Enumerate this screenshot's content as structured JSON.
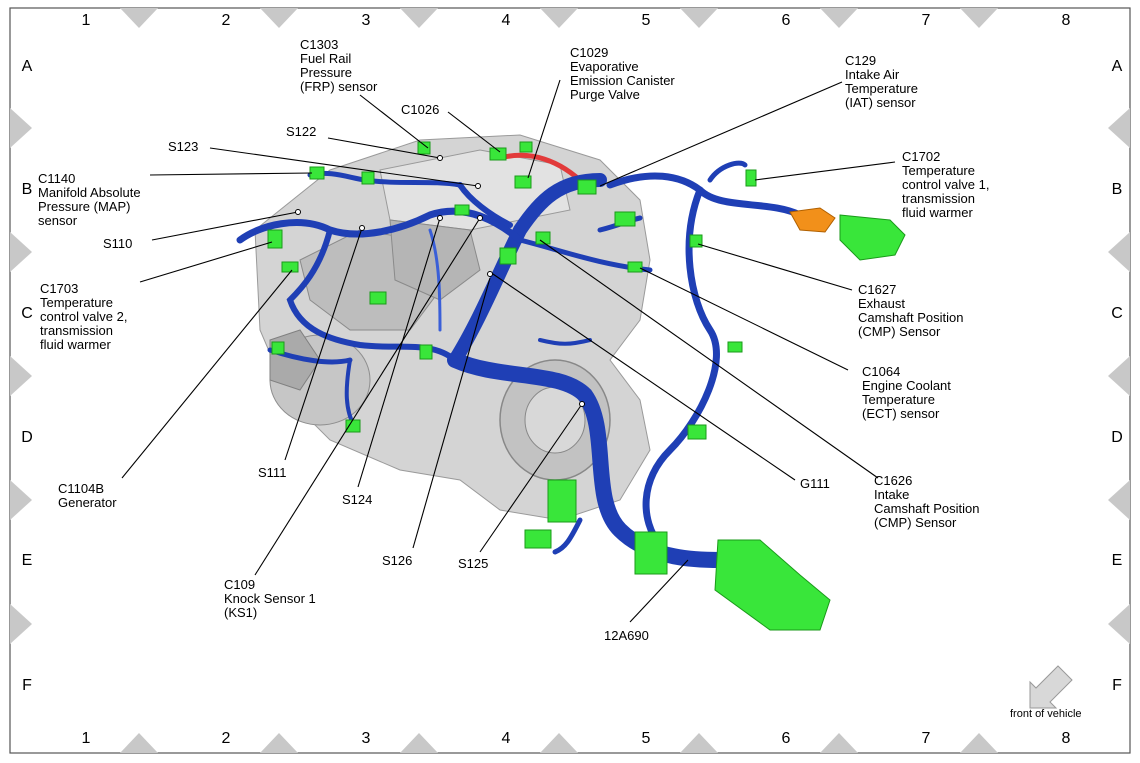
{
  "grid": {
    "columns": [
      "1",
      "2",
      "3",
      "4",
      "5",
      "6",
      "7",
      "8"
    ],
    "rows": [
      "A",
      "B",
      "C",
      "D",
      "E",
      "F"
    ]
  },
  "callouts": {
    "c1303": {
      "code": "C1303",
      "lines": [
        "Fuel Rail",
        "Pressure",
        "(FRP) sensor"
      ]
    },
    "c1029": {
      "code": "C1029",
      "lines": [
        "Evaporative",
        "Emission Canister",
        "Purge Valve"
      ]
    },
    "c129": {
      "code": "C129",
      "lines": [
        "Intake Air",
        "Temperature",
        "(IAT) sensor"
      ]
    },
    "c1026": {
      "code": "C1026",
      "lines": []
    },
    "c1140": {
      "code": "C1140",
      "lines": [
        "Manifold Absolute",
        "Pressure (MAP)",
        "sensor"
      ]
    },
    "c1702": {
      "code": "C1702",
      "lines": [
        "Temperature",
        "control valve 1,",
        "transmission",
        "fluid warmer"
      ]
    },
    "c1703": {
      "code": "C1703",
      "lines": [
        "Temperature",
        "control valve 2,",
        "transmission",
        "fluid warmer"
      ]
    },
    "c1627": {
      "code": "C1627",
      "lines": [
        "Exhaust",
        "Camshaft Position",
        "(CMP) Sensor"
      ]
    },
    "c1064": {
      "code": "C1064",
      "lines": [
        "Engine Coolant",
        "Temperature",
        "(ECT) sensor"
      ]
    },
    "c1626": {
      "code": "C1626",
      "lines": [
        "Intake",
        "Camshaft Position",
        "(CMP) Sensor"
      ]
    },
    "c1104b": {
      "code": "C1104B",
      "lines": [
        "Generator"
      ]
    },
    "c109": {
      "code": "C109",
      "lines": [
        "Knock Sensor 1",
        "(KS1)"
      ]
    },
    "m12a690": {
      "code": "12A690",
      "lines": []
    }
  },
  "splices": {
    "s122": "S122",
    "s123": "S123",
    "s110": "S110",
    "s111": "S111",
    "s124": "S124",
    "s126": "S126",
    "s125": "S125",
    "g111": "G111"
  },
  "front_of_vehicle": "front of vehicle",
  "colors": {
    "harness": "#1f3fb5",
    "harness_dark": "#0d1f7a",
    "connector": "#39e63a",
    "connector_dark": "#1a9a1a",
    "orange": "#f2901a",
    "red": "#e23a3a",
    "engine": "#cfcfcf",
    "border": "#555555",
    "marker": "#c8c8c8"
  }
}
